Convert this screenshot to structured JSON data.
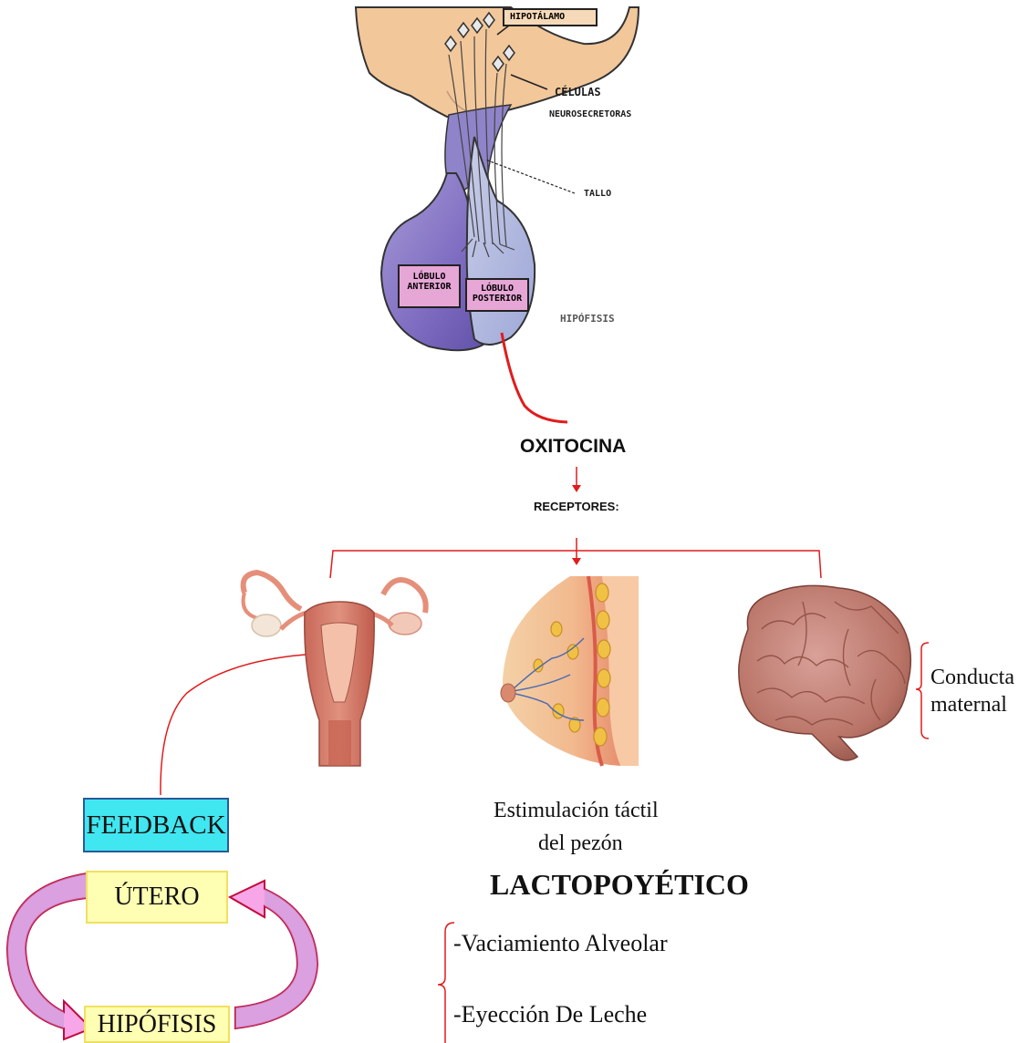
{
  "gland_diagram": {
    "hypothalamus_label": "HIPOTÁLAMO",
    "cells_label_line1": "CÉLULAS",
    "cells_label_line2": "NEUROSECRETORAS",
    "stalk_label": "TALLO",
    "anterior_lobe_line1": "LÓBULO",
    "anterior_lobe_line2": "ANTERIOR",
    "posterior_lobe_line1": "LÓBULO",
    "posterior_lobe_line2": "POSTERIOR",
    "pituitary_label": "HIPÓFISIS"
  },
  "hormone": "OXITOCINA",
  "receptors_label": "RECEPTORES:",
  "brain": {
    "label_line1": "Conducta",
    "label_line2": "maternal"
  },
  "breast": {
    "stimulus_line1": "Estimulación táctil",
    "stimulus_line2": "del pezón",
    "effect_title": "LACTOPOYÉTICO",
    "effects": [
      "-Vaciamiento Alveolar",
      "-Eyección De Leche"
    ]
  },
  "feedback": {
    "title": "FEEDBACK",
    "top_box": "ÚTERO",
    "bottom_box": "HIPÓFISIS"
  },
  "colors": {
    "connector": "#e01c1c",
    "feedback_box": "#40e6f0",
    "cycle_box": "#ffffb3",
    "cycle_arrow": "#f7a6e8",
    "lobe_box": "#e6a6d6",
    "hypothalamus_box": "#f6d9b8"
  }
}
